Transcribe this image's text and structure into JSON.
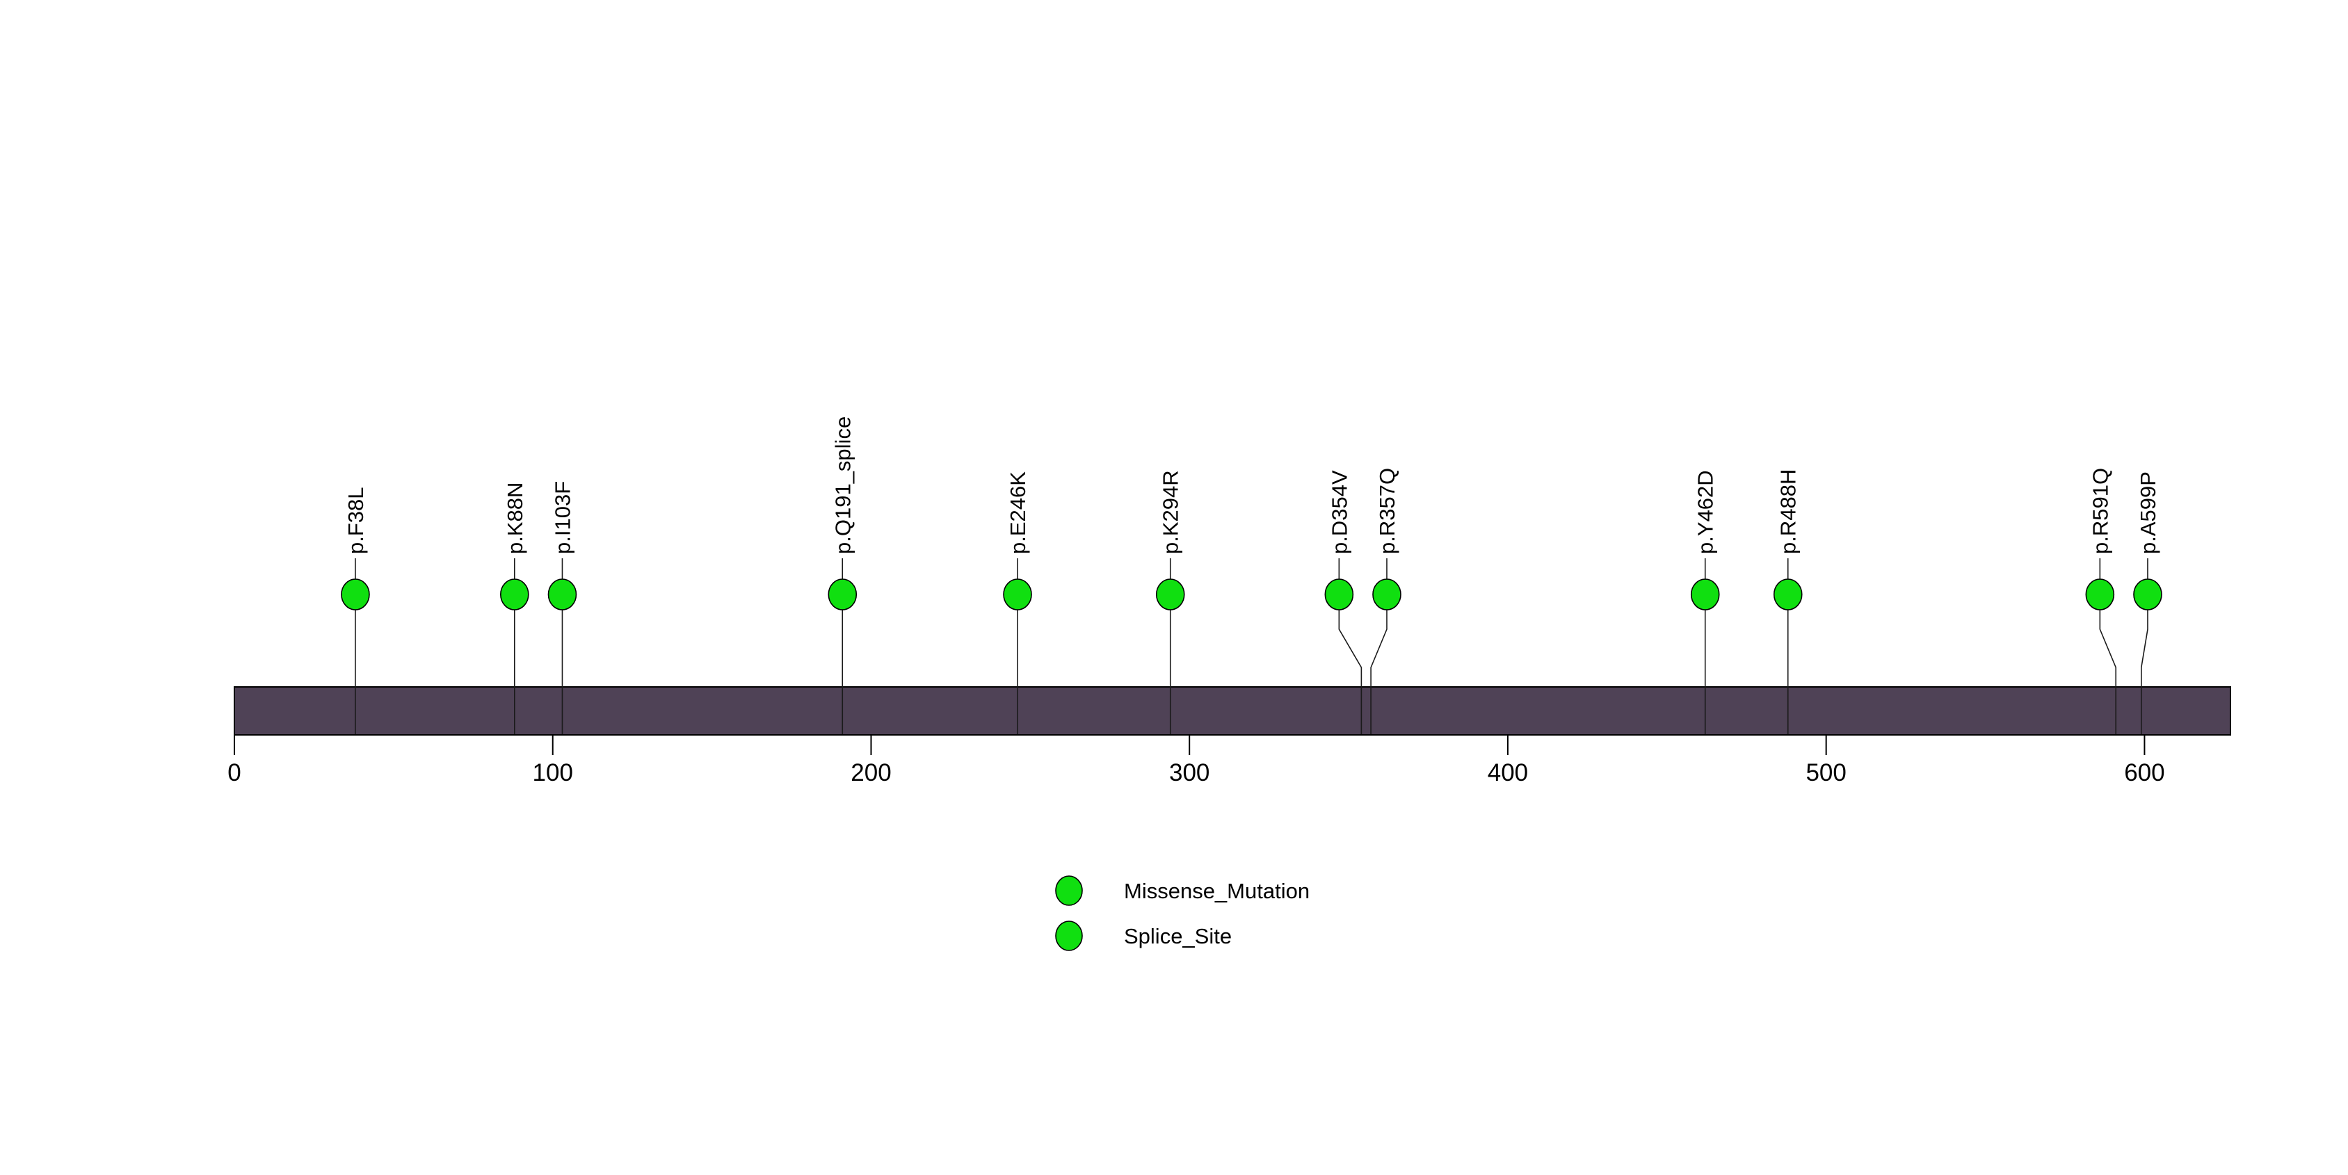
{
  "figure": {
    "background": "#ffffff",
    "title": ""
  },
  "chart_data": {
    "type": "scatter",
    "variant": "lollipop-mutation-plot",
    "title": "",
    "xlabel": "",
    "ylabel": "",
    "grid": false,
    "xlim": [
      0,
      627
    ],
    "x_ticks": [
      0,
      100,
      200,
      300,
      400,
      500,
      600
    ],
    "protein_length_aa": 627,
    "mutations": [
      {
        "label": "p.F38L",
        "position_aa": 38,
        "display_aa": 38,
        "type": "Missense_Mutation"
      },
      {
        "label": "p.K88N",
        "position_aa": 88,
        "display_aa": 88,
        "type": "Missense_Mutation"
      },
      {
        "label": "p.I103F",
        "position_aa": 103,
        "display_aa": 103,
        "type": "Missense_Mutation"
      },
      {
        "label": "p.Q191_splice",
        "position_aa": 191,
        "display_aa": 191,
        "type": "Splice_Site"
      },
      {
        "label": "p.E246K",
        "position_aa": 246,
        "display_aa": 246,
        "type": "Missense_Mutation"
      },
      {
        "label": "p.K294R",
        "position_aa": 294,
        "display_aa": 294,
        "type": "Missense_Mutation"
      },
      {
        "label": "p.D354V",
        "position_aa": 354,
        "display_aa": 347,
        "type": "Missense_Mutation"
      },
      {
        "label": "p.R357Q",
        "position_aa": 357,
        "display_aa": 362,
        "type": "Missense_Mutation"
      },
      {
        "label": "p.Y462D",
        "position_aa": 462,
        "display_aa": 462,
        "type": "Missense_Mutation"
      },
      {
        "label": "p.R488H",
        "position_aa": 488,
        "display_aa": 488,
        "type": "Missense_Mutation"
      },
      {
        "label": "p.R591Q",
        "position_aa": 591,
        "display_aa": 586,
        "type": "Missense_Mutation"
      },
      {
        "label": "p.A599P",
        "position_aa": 599,
        "display_aa": 601,
        "type": "Missense_Mutation"
      }
    ],
    "legend": {
      "position": "bottom-center",
      "entries": [
        {
          "label": "Missense_Mutation",
          "color": "#10DF10"
        },
        {
          "label": "Splice_Site",
          "color": "#10DF10"
        }
      ]
    },
    "colors": {
      "backbone": "#4F4256",
      "backbone_border": "#000000",
      "lollipop_fill": "#10DF10",
      "lollipop_stroke": "#000000",
      "stem": "#1a1a1a",
      "axis_text": "#000000"
    }
  }
}
